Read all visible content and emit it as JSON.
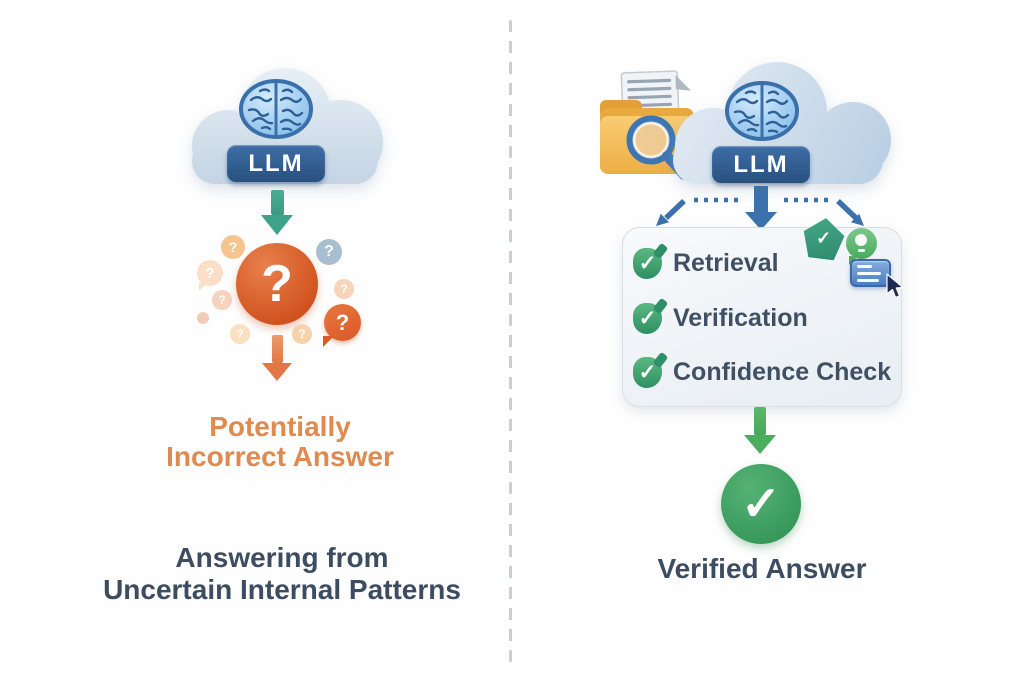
{
  "icons": {
    "check": "✓",
    "question": "?"
  },
  "left": {
    "llm_badge": "LLM",
    "result": {
      "line1": "Potentially",
      "line2": "Incorrect Answer"
    },
    "caption": {
      "line1": "Answering from",
      "line2": "Uncertain Internal Patterns"
    }
  },
  "right": {
    "llm_badge": "LLM",
    "checklist": {
      "items": [
        "Retrieval",
        "Verification",
        "Confidence Check"
      ]
    },
    "verified": "Verified Answer"
  },
  "colors": {
    "text_orange": "#DE8A50",
    "text_navy": "#3D4D61",
    "orange_accent": "#D8602E",
    "teal_arrow": "#3EA18A",
    "blue_arrow": "#3C72AC",
    "llm_badge_blue": "#2E5B8E",
    "green_accent": "#3EA35D",
    "folder_gold": "#EFB14A"
  }
}
